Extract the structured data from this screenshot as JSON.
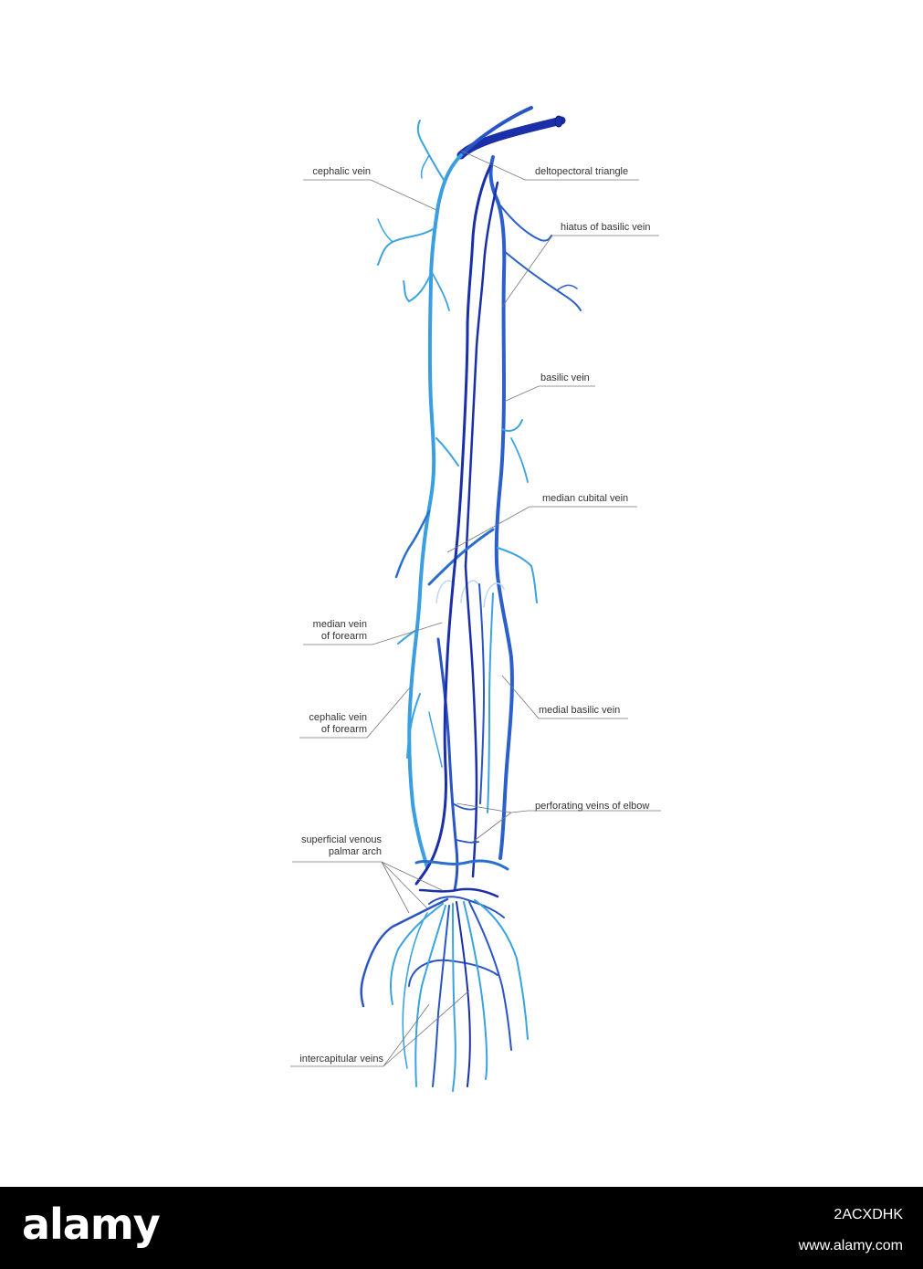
{
  "diagram": {
    "labels": {
      "cephalic_vein": "cephalic vein",
      "deltopectoral_triangle": "deltopectoral triangle",
      "hiatus_basilic_vein": "hiatus of basilic vein",
      "basilic_vein": "basilic vein",
      "median_cubital_vein": "median cubital vein",
      "median_vein_forearm_1": "median vein",
      "median_vein_forearm_2": "of forearm",
      "cephalic_vein_forearm_1": "cephalic vein",
      "cephalic_vein_forearm_2": "of forearm",
      "medial_basilic_vein": "medial basilic vein",
      "perforating_veins_elbow": "perforating veins of elbow",
      "superficial_palmar_arch_1": "superficial venous",
      "superficial_palmar_arch_2": "palmar arch",
      "intercapitular_veins": "intercapitular veins"
    },
    "colors": {
      "dark_vein": "#1a2fa8",
      "light_vein": "#3aa3e0",
      "mid_vein": "#2566c9",
      "leader_line": "#777777"
    }
  },
  "footer": {
    "logo": "alamy",
    "image_id": "2ACXDHK",
    "url": "www.alamy.com"
  }
}
